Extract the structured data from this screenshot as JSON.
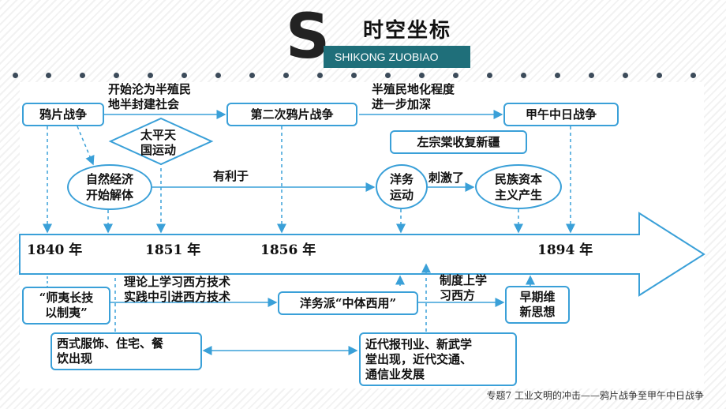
{
  "header": {
    "logo_letter": "S",
    "title": "时空坐标",
    "subtitle": "SHIKONG ZUOBIAO"
  },
  "top_boxes": {
    "opium_war": "鸦片战争",
    "second_opium_war": "第二次鸦片战争",
    "sino_japanese_war": "甲午中日战争",
    "zuo_zongtang": "左宗棠收复新疆"
  },
  "labels": {
    "semi_colonial": [
      "开始沦为半殖民",
      "地半封建社会"
    ],
    "deepen": [
      "半殖民地化程度",
      "进一步加深"
    ],
    "beneficial": "有利于",
    "stimulate": "刺激了",
    "theory": [
      "理论上学习西方技术",
      "实践中引进西方技术"
    ],
    "system": [
      "制度上学",
      "习西方"
    ]
  },
  "diamond": [
    "太平天",
    "国运动"
  ],
  "ellipses": {
    "natural_economy": [
      "自然经济",
      "开始解体"
    ],
    "westernization": [
      "洋务",
      "运动"
    ],
    "capitalism": [
      "民族资本",
      "主义产生"
    ]
  },
  "years": [
    "1840 年",
    "1851 年",
    "1856 年",
    "1894 年"
  ],
  "bottom_boxes": {
    "shiyi": [
      "“师夷长技",
      "以制夷”"
    ],
    "zhongti": "洋务派“中体西用”",
    "early_reform": [
      "早期维",
      "新思想"
    ],
    "western_life": [
      "西式服饰、住宅、餐",
      "饮出现"
    ],
    "modern": [
      "近代报刊业、新武学",
      "堂出现，近代交通、",
      "通信业发展"
    ]
  },
  "footer": "专题7   工业文明的冲击——鸦片战争至甲午中日战争",
  "colors": {
    "accent": "#3aa0d8",
    "teal": "#1f6f7a"
  }
}
